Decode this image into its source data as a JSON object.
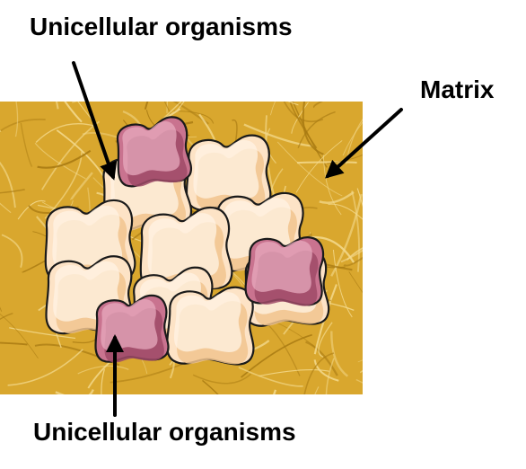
{
  "labels": {
    "top": "Unicellular organisms",
    "right": "Matrix",
    "bottom": "Unicellular organisms"
  },
  "colors": {
    "matrix_base": "#d9a72e",
    "matrix_fiber_light": "#f3d98c",
    "matrix_fiber_dark": "#a87a12",
    "cell_fill": "#fde3c6",
    "cell_highlight": "#fff3e4",
    "cell_shadow": "#f1c48e",
    "organism_fill": "#c9738f",
    "organism_highlight": "#e7a9bd",
    "organism_shadow": "#9f4a67",
    "outline": "#1a1a1a",
    "arrow": "#000000"
  }
}
